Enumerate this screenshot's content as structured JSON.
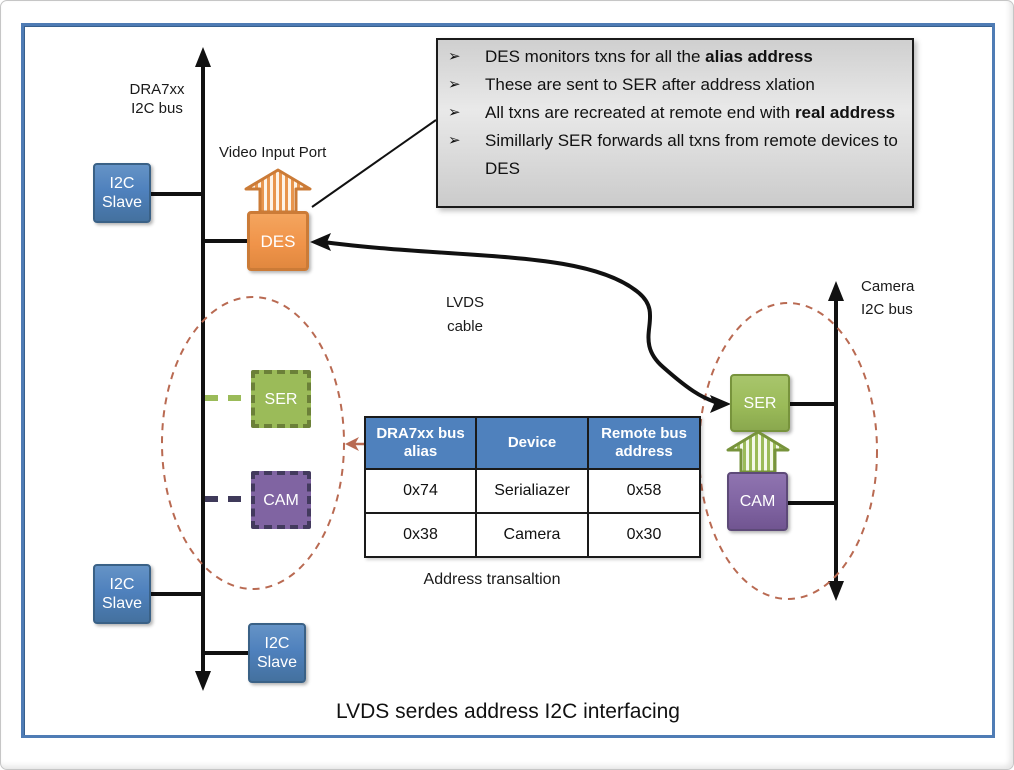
{
  "diagram_title": "LVDS serdes address I2C interfacing",
  "notes": {
    "bullet": "➢",
    "items": [
      {
        "pre": "DES monitors txns  for all the ",
        "bold": "alias address"
      },
      {
        "pre": "These are sent to SER after address xlation",
        "bold": ""
      },
      {
        "pre": "All txns are recreated at remote end with ",
        "bold": "real address"
      },
      {
        "pre": "Simillarly SER forwards all txns from remote devices to DES",
        "bold": ""
      }
    ]
  },
  "labels": {
    "dra7xx_bus": "DRA7xx\nI2C bus",
    "video_input_port": "Video Input Port",
    "camera_bus": "Camera\nI2C bus",
    "lvds_cable": "LVDS\ncable",
    "address_translation": "Address transaltion"
  },
  "nodes": {
    "i2c_slave_1": "I2C\nSlave",
    "i2c_slave_2": "I2C\nSlave",
    "i2c_slave_3": "I2C\nSlave",
    "des": "DES",
    "ser_alias": "SER",
    "cam_alias": "CAM",
    "ser_remote": "SER",
    "cam_remote": "CAM"
  },
  "table": {
    "headers": [
      "DRA7xx bus alias",
      "Device",
      "Remote bus address"
    ],
    "rows": [
      [
        "0x74",
        "Serialiazer",
        "0x58"
      ],
      [
        "0x38",
        "Camera",
        "0x30"
      ]
    ]
  },
  "colors": {
    "frame_blue": "#4f7cb5",
    "node_blue": "#4f81bd",
    "node_orange": "#f0944a",
    "node_green": "#9bbb59",
    "node_purple": "#8064a2",
    "table_header_blue": "#4f81bd",
    "dashed_group_red": "#b96a52",
    "bus_black": "#111111",
    "notes_gray": "#d9d9d9"
  }
}
